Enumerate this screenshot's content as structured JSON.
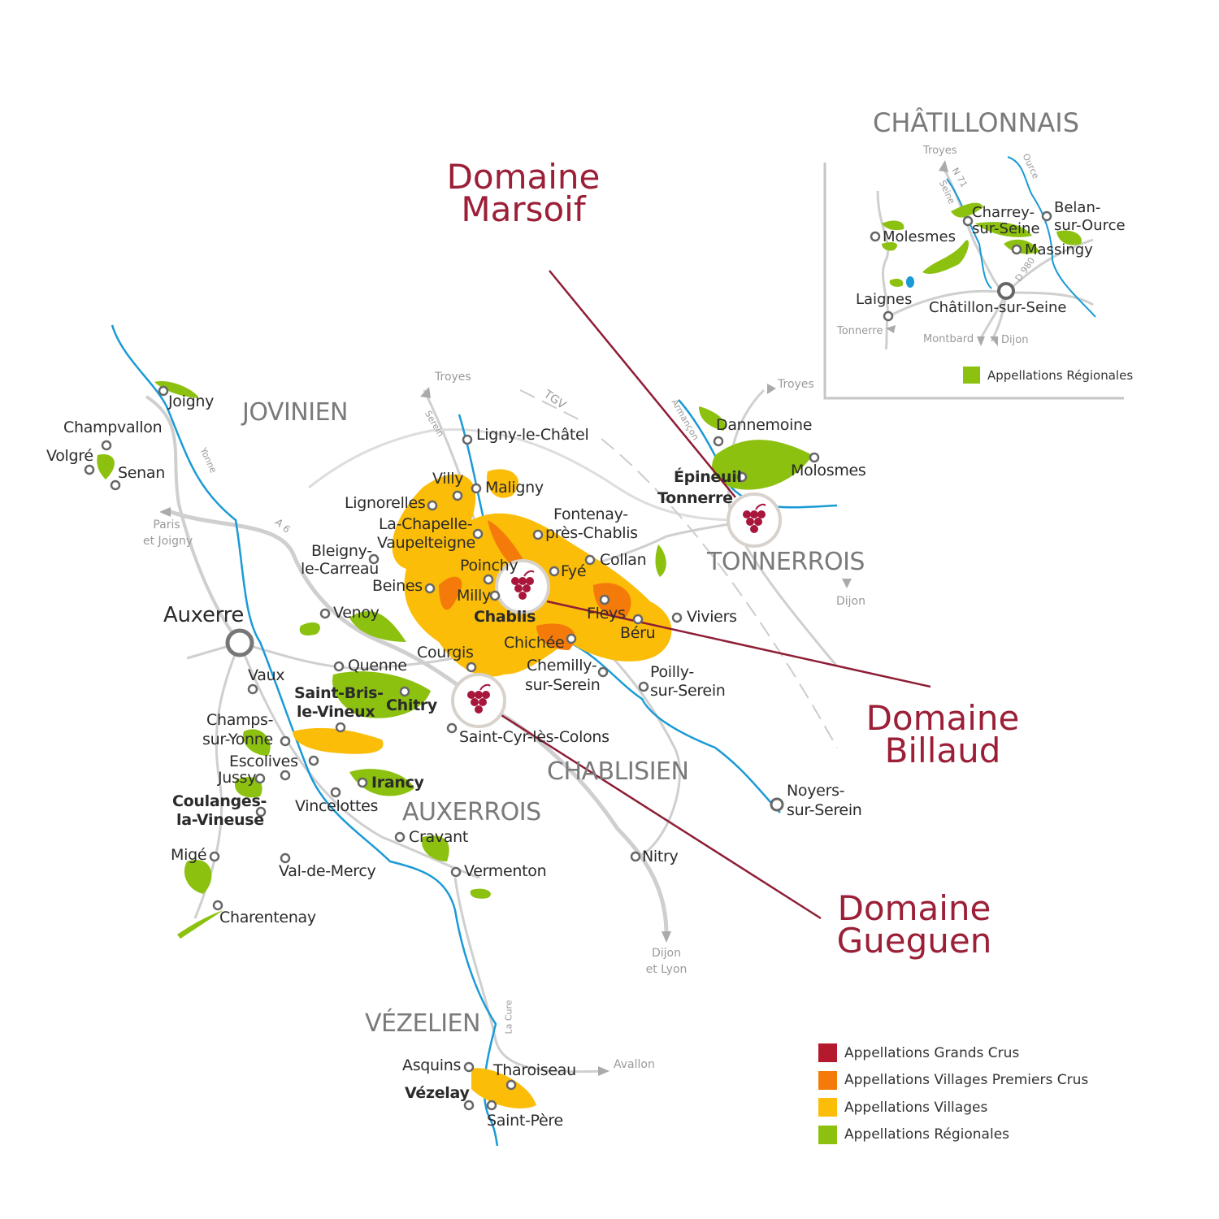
{
  "colors": {
    "grand_cru": "#b5192e",
    "premier_cru": "#f47b0a",
    "villages": "#fbbd08",
    "regionales": "#8cc110",
    "domain": "#9b1f37",
    "river": "#1a9ad6",
    "road": "#c8c8c8"
  },
  "domains": {
    "marsoif": {
      "line1": "Domaine",
      "line2": "Marsoif"
    },
    "billaud": {
      "line1": "Domaine",
      "line2": "Billaud"
    },
    "gueguen": {
      "line1": "Domaine",
      "line2": "Gueguen"
    }
  },
  "regions": [
    "JOVINIEN",
    "TONNERROIS",
    "CHABLISIEN",
    "AUXERROIS",
    "VÉZELIEN"
  ],
  "towns": {
    "joigny": "Joigny",
    "champvallon": "Champvallon",
    "volgre": "Volgré",
    "senan": "Senan",
    "ligny": "Ligny-le-Châtel",
    "villy": "Villy",
    "maligny": "Maligny",
    "lignorelles": "Lignorelles",
    "lachapelle1": "La-Chapelle-",
    "lachapelle2": "Vaupelteigne",
    "bleigny1": "Bleigny-",
    "bleigny2": "le-Carreau",
    "fontenay1": "Fontenay-",
    "fontenay2": "près-Chablis",
    "collan": "Collan",
    "poinchy": "Poinchy",
    "fye": "Fyé",
    "beines": "Beines",
    "milly": "Milly",
    "chablis": "Chablis",
    "fleys": "Fleys",
    "beru": "Béru",
    "viviers": "Viviers",
    "venoy": "Venoy",
    "auxerre": "Auxerre",
    "courgis": "Courgis",
    "chichee": "Chichée",
    "quenne": "Quenne",
    "chemilly1": "Chemilly-",
    "chemilly2": "sur-Serein",
    "poilly1": "Poilly-",
    "poilly2": "sur-Serein",
    "vaux": "Vaux",
    "saintbris1": "Saint-Bris-",
    "saintbris2": "le-Vineux",
    "chitry": "Chitry",
    "champs1": "Champs-",
    "champs2": "sur-Yonne",
    "saintcyr": "Saint-Cyr-lès-Colons",
    "escolives": "Escolives",
    "jussy": "Jussy",
    "irancy": "Irancy",
    "coulanges1": "Coulanges-",
    "coulanges2": "la-Vineuse",
    "vincelottes": "Vincelottes",
    "noyers1": "Noyers-",
    "noyers2": "sur-Serein",
    "cravant": "Cravant",
    "nitry": "Nitry",
    "mige": "Migé",
    "valdemercy": "Val-de-Mercy",
    "vermenton": "Vermenton",
    "charentenay": "Charentenay",
    "asquins": "Asquins",
    "tharoiseau": "Tharoiseau",
    "vezelay": "Vézelay",
    "saintpere": "Saint-Père",
    "dannemoine": "Dannemoine",
    "epineuil": "Épineuil",
    "tonnerre": "Tonnerre",
    "molosmes": "Molosmes"
  },
  "directions": {
    "troyes": "Troyes",
    "troyes2": "Troyes",
    "paris1": "Paris",
    "paris2": "et Joigny",
    "dijon": "Dijon",
    "dijonlyon1": "Dijon",
    "dijonlyon2": "et Lyon",
    "avallon": "Avallon"
  },
  "roads": {
    "a6": "A 6",
    "tgv": "TGV",
    "serein": "Serein",
    "yonne": "Yonne",
    "armancon": "Armançon",
    "cure": "La Cure"
  },
  "inset": {
    "title": "CHÂTILLONNAIS",
    "towns": {
      "molesmes": "Molesmes",
      "charrey1": "Charrey-",
      "charrey2": "sur-Seine",
      "belan1": "Belan-",
      "belan2": "sur-Ource",
      "massingy": "Massingy",
      "laignes": "Laignes",
      "chatillon": "Châtillon-sur-Seine"
    },
    "directions": {
      "troyes": "Troyes",
      "tonnerre": "Tonnerre",
      "montbard": "Montbard",
      "dijon": "Dijon"
    },
    "roads": {
      "n71": "N 71",
      "seine": "Seine",
      "ource": "Ource",
      "d980": "D 980"
    },
    "legend": "Appellations Régionales"
  },
  "legend": [
    {
      "label": "Appellations Grands Crus",
      "color": "#b5192e"
    },
    {
      "label": "Appellations Villages Premiers Crus",
      "color": "#f47b0a"
    },
    {
      "label": "Appellations Villages",
      "color": "#fbbd08"
    },
    {
      "label": "Appellations Régionales",
      "color": "#8cc110"
    }
  ]
}
